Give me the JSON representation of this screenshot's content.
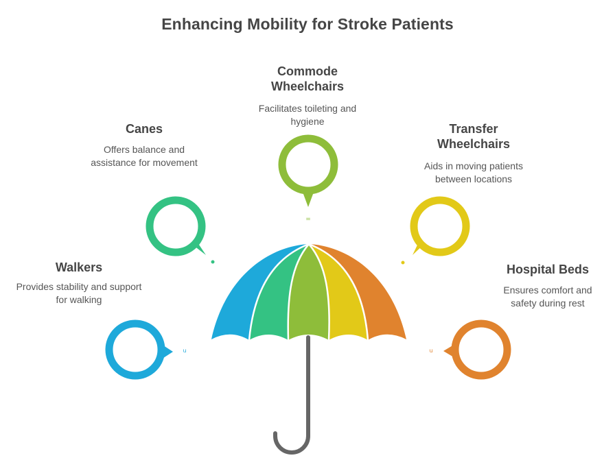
{
  "title": "Enhancing Mobility for Stroke Patients",
  "colors": {
    "blue": "#1ea9da",
    "teal": "#34c283",
    "green": "#8ebd3a",
    "yellow": "#e2c918",
    "orange": "#e0832e",
    "handle": "#666666",
    "text": "#454545"
  },
  "items": [
    {
      "id": "walkers",
      "title": "Walkers",
      "description": "Provides stability and support for walking",
      "color": "#1ea9da"
    },
    {
      "id": "canes",
      "title": "Canes",
      "description": "Offers balance and assistance for movement",
      "color": "#34c283"
    },
    {
      "id": "commode",
      "title": "Commode Wheelchairs",
      "description": "Facilitates toileting and hygiene",
      "color": "#8ebd3a"
    },
    {
      "id": "transfer",
      "title": "Transfer Wheelchairs",
      "description": "Aids in moving patients between locations",
      "color": "#e2c918"
    },
    {
      "id": "beds",
      "title": "Hospital Beds",
      "description": "Ensures comfort and safety during rest",
      "color": "#e0832e"
    }
  ]
}
